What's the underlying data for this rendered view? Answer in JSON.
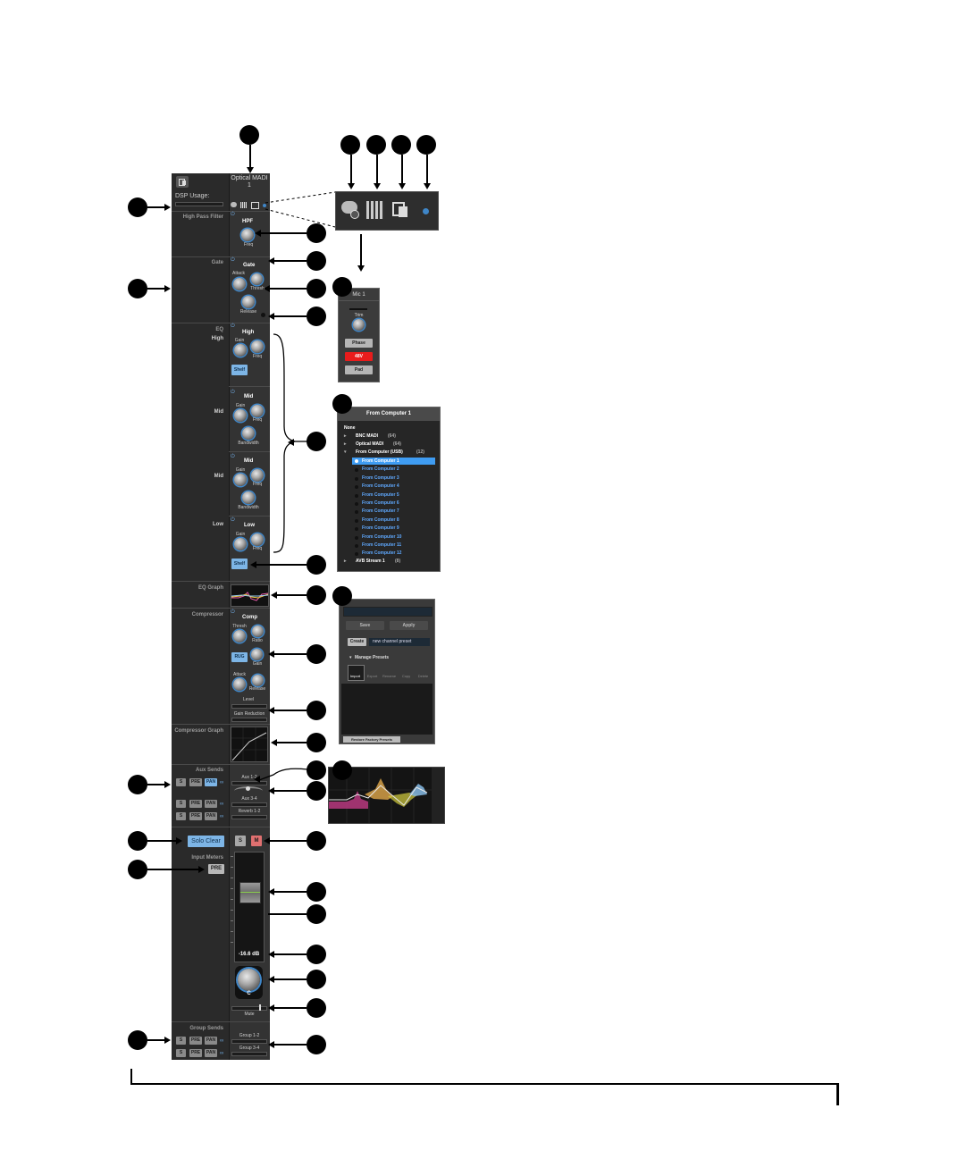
{
  "channel": {
    "name": "Optical MADI",
    "number": "1",
    "dsp_usage_label": "DSP Usage:"
  },
  "sections": {
    "hpf": "High Pass Filter",
    "gate": "Gate",
    "eq": "EQ",
    "eq_graph": "EQ Graph",
    "compressor": "Compressor",
    "compressor_graph": "Compressor Graph",
    "aux_sends": "Aux Sends",
    "input_meters": "Input Meters",
    "group_sends": "Group Sends"
  },
  "eq_bands_left": {
    "high": "High",
    "mid1": "Mid",
    "mid2": "Mid",
    "low": "Low"
  },
  "hpf": {
    "title": "HPF",
    "freq": "Freq"
  },
  "gate": {
    "title": "Gate",
    "attack": "Attack",
    "thresh": "Thresh",
    "release": "Release"
  },
  "eq": {
    "high": {
      "title": "High",
      "gain": "Gain",
      "freq": "Freq",
      "shelf": "Shelf"
    },
    "mid1": {
      "title": "Mid",
      "gain": "Gain",
      "freq": "Freq",
      "bandwidth": "Bandwidth"
    },
    "mid2": {
      "title": "Mid",
      "gain": "Gain",
      "freq": "Freq",
      "bandwidth": "Bandwidth"
    },
    "low": {
      "title": "Low",
      "gain": "Gain",
      "freq": "Freq",
      "shelf": "Shelf"
    }
  },
  "comp": {
    "title": "Comp",
    "thresh": "Thresh",
    "ratio": "Ratio",
    "rug": "RUG",
    "gain": "Gain",
    "attack": "Attack",
    "release": "Release",
    "level": "Level",
    "gain_reduction": "Gain Reduction"
  },
  "aux": {
    "s": "S",
    "pre": "PRE",
    "pan": "PAN",
    "send1": "Aux 1-2",
    "send2": "Aux 3-4",
    "send3": "Reverb 1-2"
  },
  "solo_clear": "Solo Clear",
  "pre_button": "PRE",
  "fader": {
    "solo": "S",
    "mute": "M",
    "level": "-16.6 dB",
    "pan": "C",
    "mute_label": "Mute"
  },
  "groups": {
    "s": "S",
    "pre": "PRE",
    "pan": "PAN",
    "group1": "Group 1-2",
    "group2": "Group 3-4"
  },
  "input_popup": {
    "title": "Mic 1",
    "trim": "Trim",
    "phase": "Phase",
    "phantom": "48V",
    "pad": "Pad"
  },
  "route_popup": {
    "title": "From Computer 1",
    "none": "None",
    "groups": [
      {
        "label": "BNC MADI",
        "count": "(64)"
      },
      {
        "label": "Optical MADI",
        "count": "(64)"
      },
      {
        "label": "From Computer (USB)",
        "count": "(12)"
      }
    ],
    "items": [
      "From Computer 1",
      "From Computer 2",
      "From Computer 3",
      "From Computer 4",
      "From Computer 5",
      "From Computer 6",
      "From Computer 7",
      "From Computer 8",
      "From Computer 9",
      "From Computer 10",
      "From Computer 11",
      "From Computer 12"
    ],
    "selected": "From Computer 1",
    "last_group": {
      "label": "AVB Stream 1",
      "count": "(8)"
    }
  },
  "preset_popup": {
    "save": "Save",
    "apply": "Apply",
    "create": "Create",
    "new_name": "new channel preset",
    "manage": "Manage Presets",
    "tools": [
      "Import",
      "Export",
      "Rename",
      "Copy",
      "Delete"
    ],
    "restore": "Restore Factory Presets"
  },
  "colors": {
    "accent_blue": "#7db5e6",
    "mute_red": "#e07070",
    "phantom_red": "#e81c1c"
  }
}
